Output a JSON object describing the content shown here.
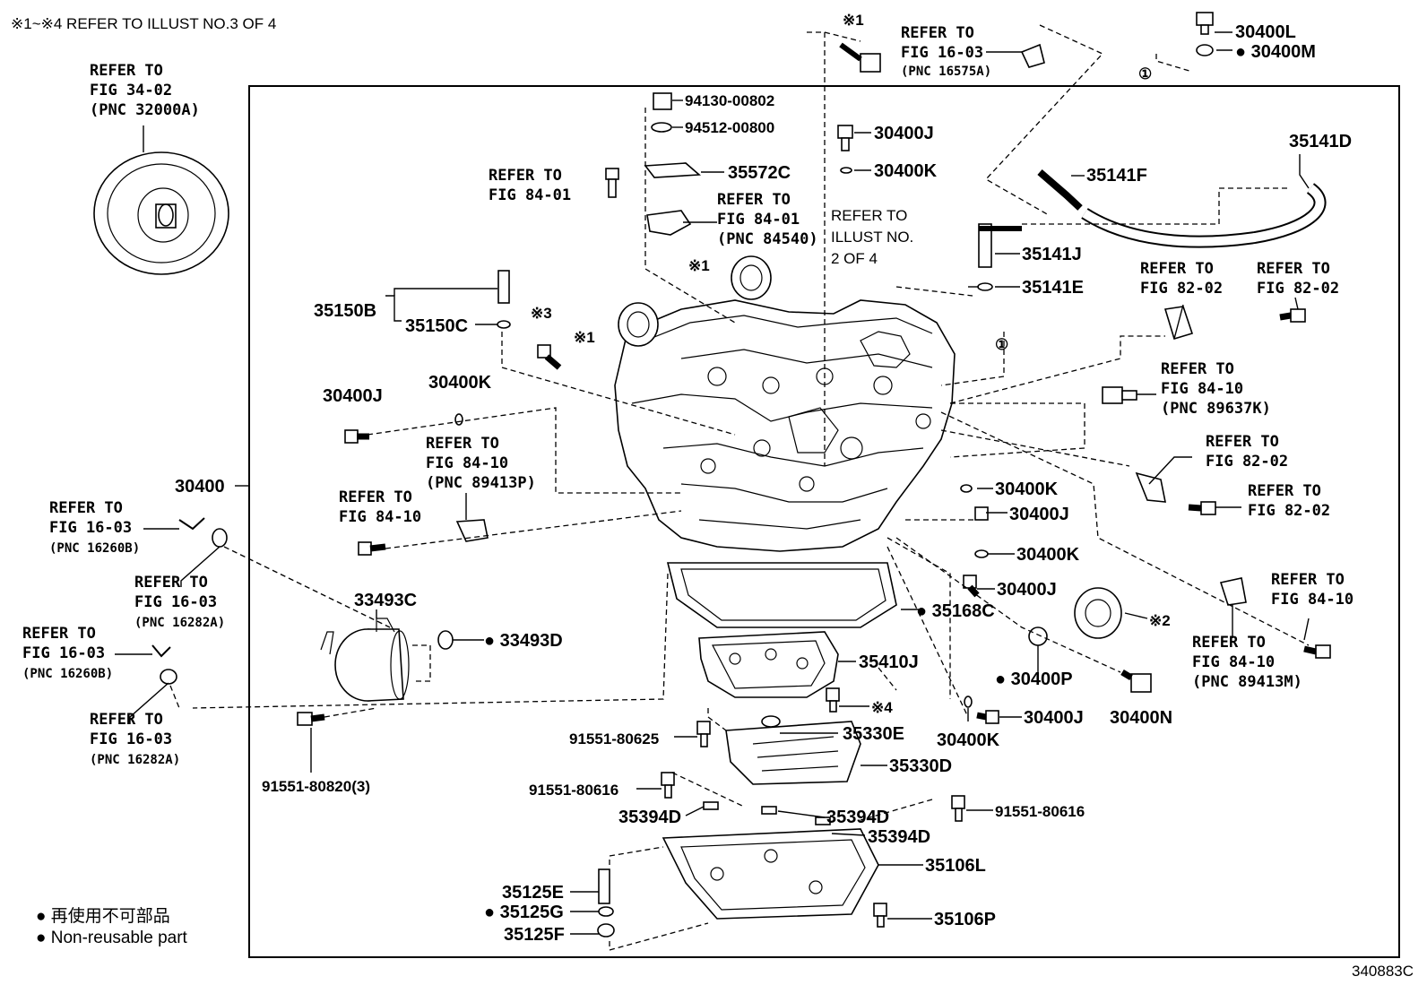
{
  "header_note": "※1~※4 REFER TO ILLUST NO.3 OF 4",
  "illust_number": "340883C",
  "legend": {
    "line1": "● 再使用不可部品",
    "line2": "● Non-reusable part"
  },
  "labels": {
    "p30400": "30400",
    "p30400L": "30400L",
    "p30400M": "30400M",
    "p94130": "94130-00802",
    "p94512": "94512-00800",
    "p35572C": "35572C",
    "p30400J_a": "30400J",
    "p30400K_a": "30400K",
    "p35141F": "35141F",
    "p35141D": "35141D",
    "p35141J": "35141J",
    "p35141E": "35141E",
    "p35150B": "35150B",
    "p35150C": "35150C",
    "p30400J_b": "30400J",
    "p30400K_b": "30400K",
    "p30400K_c": "30400K",
    "p30400J_c": "30400J",
    "p30400K_d": "30400K",
    "p30400J_d": "30400J",
    "p35168C": "35168C",
    "p33493C": "33493C",
    "p33493D": "33493D",
    "p35410J": "35410J",
    "p30400P": "30400P",
    "p30400J_e": "30400J",
    "p30400N": "30400N",
    "p30400K_e": "30400K",
    "p35330E": "35330E",
    "p35330D": "35330D",
    "p91551_80625": "91551-80625",
    "p91551_80616a": "91551-80616",
    "p91551_80616b": "91551-80616",
    "p91551_80820": "91551-80820(3)",
    "p35394D_a": "35394D",
    "p35394D_b": "35394D",
    "p35394D_c": "35394D",
    "p35106L": "35106L",
    "p35106P": "35106P",
    "p35125E": "35125E",
    "p35125G": "35125G",
    "p35125F": "35125F"
  },
  "marks": {
    "m1a": "※1",
    "m1b": "※1",
    "m1c": "※1",
    "m2": "※2",
    "m3": "※3",
    "m4": "※4",
    "c1a": "①",
    "c1b": "①"
  },
  "refs": {
    "r3402": {
      "l1": "REFER TO",
      "l2": "FIG 34-02",
      "l3": "(PNC 32000A)"
    },
    "r1603_top": {
      "l1": "REFER TO",
      "l2": "FIG 16-03",
      "l3": "(PNC 16575A)"
    },
    "r8401_a": {
      "l1": "REFER TO",
      "l2": "FIG 84-01"
    },
    "r8401_b": {
      "l1": "REFER TO",
      "l2": "FIG 84-01",
      "l3": "(PNC 84540)"
    },
    "r_illust2": {
      "l1": "REFER TO",
      "l2": "ILLUST NO.",
      "l3": "2 OF 4"
    },
    "r8202_a": {
      "l1": "REFER TO",
      "l2": "FIG 82-02"
    },
    "r8202_b": {
      "l1": "REFER TO",
      "l2": "FIG 82-02"
    },
    "r8410_a": {
      "l1": "REFER TO",
      "l2": "FIG 84-10",
      "l3": "(PNC 89637K)"
    },
    "r8410_b": {
      "l1": "REFER TO",
      "l2": "FIG 84-10",
      "l3": "(PNC 89413P)"
    },
    "r8410_c": {
      "l1": "REFER TO",
      "l2": "FIG 84-10"
    },
    "r8202_c": {
      "l1": "REFER TO",
      "l2": "FIG 82-02"
    },
    "r8202_d": {
      "l1": "REFER TO",
      "l2": "FIG 82-02"
    },
    "r8410_d": {
      "l1": "REFER TO",
      "l2": "FIG 84-10"
    },
    "r8410_e": {
      "l1": "REFER TO",
      "l2": "FIG 84-10",
      "l3": "(PNC 89413M)"
    },
    "r1603_a": {
      "l1": "REFER TO",
      "l2": "FIG 16-03",
      "l3": "(PNC 16260B)"
    },
    "r1603_b": {
      "l1": "REFER TO",
      "l2": "FIG 16-03",
      "l3": "(PNC 16282A)"
    },
    "r1603_c": {
      "l1": "REFER TO",
      "l2": "FIG 16-03",
      "l3": "(PNC 16260B)"
    },
    "r1603_d": {
      "l1": "REFER TO",
      "l2": "FIG 16-03",
      "l3": "(PNC 16282A)"
    }
  }
}
